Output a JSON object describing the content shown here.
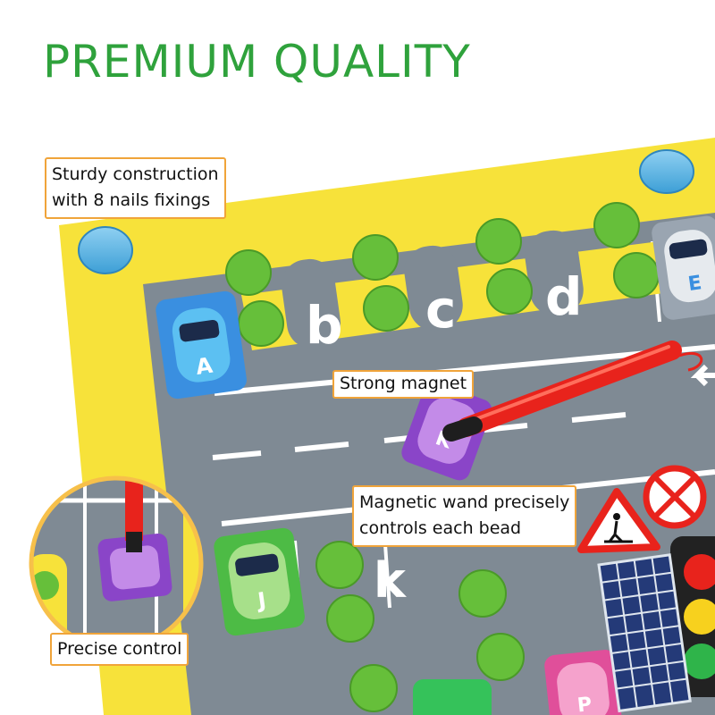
{
  "title": "PREMIUM QUALITY",
  "callouts": {
    "construction": {
      "line1": "Sturdy construction",
      "line2": "with 8 nails fixings"
    },
    "magnet": "Strong magnet",
    "wand": {
      "line1": "Magnetic wand precisely",
      "line2": "controls each bead"
    },
    "control": "Precise control"
  },
  "board": {
    "letters_top": [
      "b",
      "c",
      "d"
    ],
    "letters_bottom": [
      "k"
    ],
    "car_labels": {
      "blue": "A",
      "silver": "E",
      "green": "J",
      "purple": "K",
      "pink": "P"
    }
  },
  "colors": {
    "title": "#2fa23c",
    "board": "#f7e23a",
    "road": "#7f8a94",
    "callout_border": "#f0a43a",
    "wand": "#e8231c",
    "bush": "#66bf3a"
  },
  "icons": [
    "pedestrian-crossing-sign-icon",
    "no-entry-sign-icon",
    "traffic-light-icon",
    "solar-panel-icon",
    "arrow-left-icon",
    "nail-icon"
  ]
}
